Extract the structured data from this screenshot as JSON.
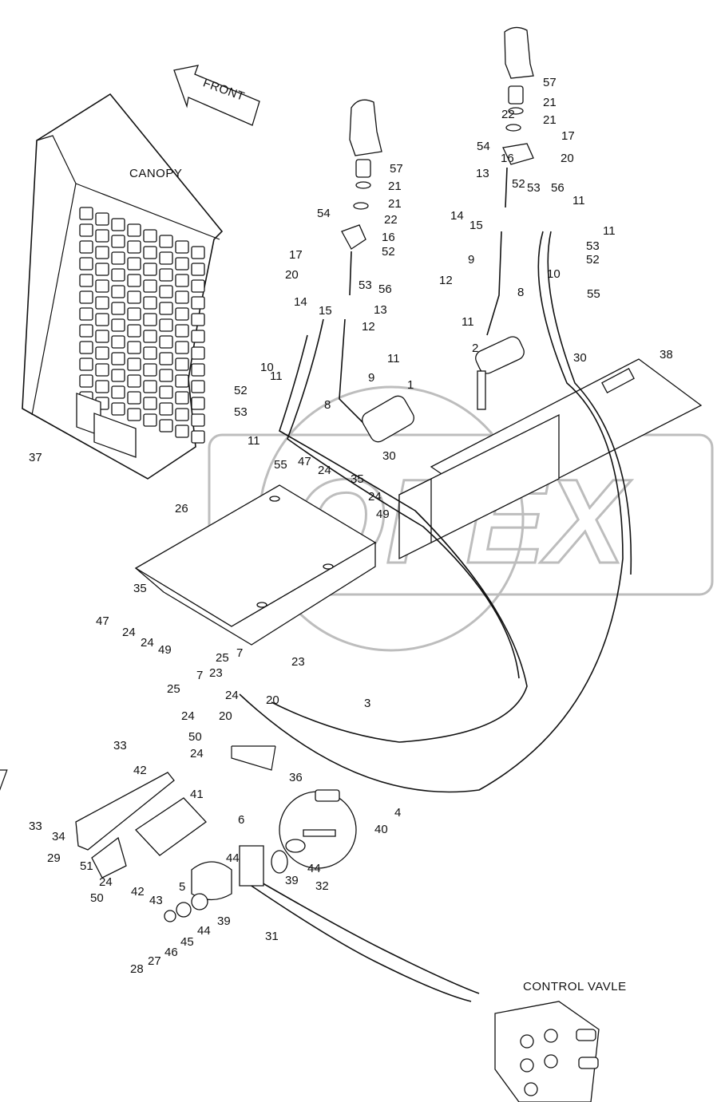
{
  "captions": {
    "front": "FRONT",
    "canopy": "CANOPY",
    "control_valve": "CONTROL VAVLE"
  },
  "watermark": {
    "text": "OPEX",
    "color": "#bdbdbd"
  },
  "part_labels": [
    {
      "n": "57"
    },
    {
      "n": "21"
    },
    {
      "n": "21"
    },
    {
      "n": "22"
    },
    {
      "n": "17"
    },
    {
      "n": "54"
    },
    {
      "n": "16"
    },
    {
      "n": "20"
    },
    {
      "n": "52"
    },
    {
      "n": "53"
    },
    {
      "n": "56"
    },
    {
      "n": "13"
    },
    {
      "n": "14"
    },
    {
      "n": "15"
    },
    {
      "n": "11"
    },
    {
      "n": "53"
    },
    {
      "n": "11"
    },
    {
      "n": "52"
    },
    {
      "n": "9"
    },
    {
      "n": "10"
    },
    {
      "n": "12"
    },
    {
      "n": "8"
    },
    {
      "n": "55"
    },
    {
      "n": "11"
    },
    {
      "n": "2"
    },
    {
      "n": "30"
    },
    {
      "n": "38"
    },
    {
      "n": "57"
    },
    {
      "n": "21"
    },
    {
      "n": "21"
    },
    {
      "n": "54"
    },
    {
      "n": "22"
    },
    {
      "n": "16"
    },
    {
      "n": "17"
    },
    {
      "n": "20"
    },
    {
      "n": "52"
    },
    {
      "n": "53"
    },
    {
      "n": "56"
    },
    {
      "n": "14"
    },
    {
      "n": "15"
    },
    {
      "n": "13"
    },
    {
      "n": "12"
    },
    {
      "n": "11"
    },
    {
      "n": "9"
    },
    {
      "n": "10"
    },
    {
      "n": "8"
    },
    {
      "n": "52"
    },
    {
      "n": "11"
    },
    {
      "n": "53"
    },
    {
      "n": "11"
    },
    {
      "n": "1"
    },
    {
      "n": "55"
    },
    {
      "n": "47"
    },
    {
      "n": "24"
    },
    {
      "n": "30"
    },
    {
      "n": "35"
    },
    {
      "n": "24"
    },
    {
      "n": "49"
    },
    {
      "n": "26"
    },
    {
      "n": "37"
    },
    {
      "n": "35"
    },
    {
      "n": "47"
    },
    {
      "n": "24"
    },
    {
      "n": "24"
    },
    {
      "n": "49"
    },
    {
      "n": "7"
    },
    {
      "n": "25"
    },
    {
      "n": "23"
    },
    {
      "n": "23"
    },
    {
      "n": "7"
    },
    {
      "n": "24"
    },
    {
      "n": "25"
    },
    {
      "n": "20"
    },
    {
      "n": "24"
    },
    {
      "n": "20"
    },
    {
      "n": "3"
    },
    {
      "n": "50"
    },
    {
      "n": "24"
    },
    {
      "n": "33"
    },
    {
      "n": "42"
    },
    {
      "n": "36"
    },
    {
      "n": "41"
    },
    {
      "n": "4"
    },
    {
      "n": "33"
    },
    {
      "n": "34"
    },
    {
      "n": "40"
    },
    {
      "n": "29"
    },
    {
      "n": "6"
    },
    {
      "n": "51"
    },
    {
      "n": "44"
    },
    {
      "n": "44"
    },
    {
      "n": "5"
    },
    {
      "n": "24"
    },
    {
      "n": "42"
    },
    {
      "n": "39"
    },
    {
      "n": "50"
    },
    {
      "n": "43"
    },
    {
      "n": "32"
    },
    {
      "n": "39"
    },
    {
      "n": "44"
    },
    {
      "n": "45"
    },
    {
      "n": "46"
    },
    {
      "n": "31"
    },
    {
      "n": "27"
    },
    {
      "n": "28"
    }
  ]
}
